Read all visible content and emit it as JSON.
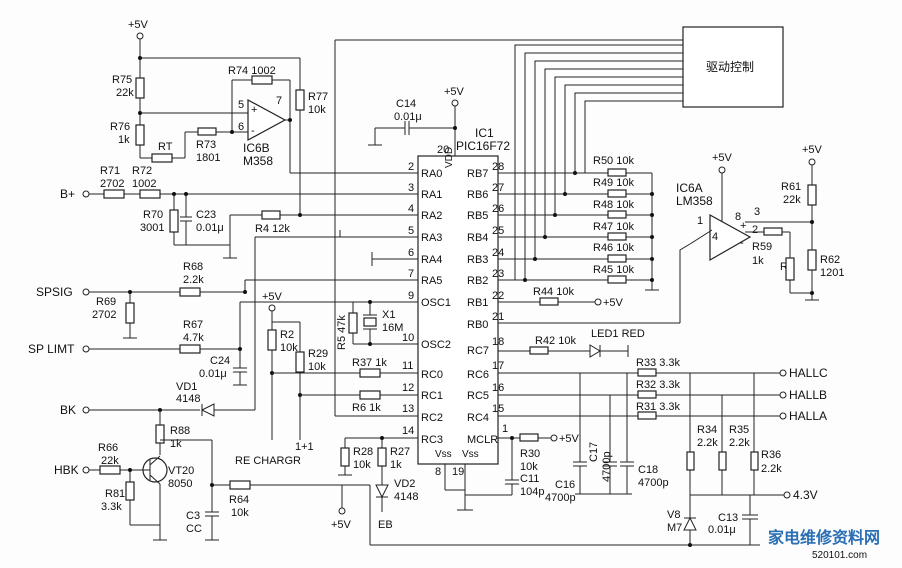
{
  "supply": {
    "vcc": "+5V"
  },
  "chips": {
    "ic1_name": "IC1",
    "ic1_part": "PIC16F72",
    "vdd": "VDD",
    "mclr": "MCLR",
    "vss1": "Vss",
    "vss2": "Vss",
    "ic6a_name": "IC6A",
    "ic6a_part": "LM358",
    "ic6b_name": "IC6B",
    "ic6b_part": "M358",
    "drive_block": "驱动控制"
  },
  "left_pins": [
    {
      "num": "2",
      "name": "RA0"
    },
    {
      "num": "3",
      "name": "RA1"
    },
    {
      "num": "4",
      "name": "RA2"
    },
    {
      "num": "5",
      "name": "RA3"
    },
    {
      "num": "6",
      "name": "RA4"
    },
    {
      "num": "7",
      "name": "RA5"
    },
    {
      "num": "9",
      "name": "OSC1"
    },
    {
      "num": "10",
      "name": "OSC2"
    },
    {
      "num": "11",
      "name": "RC0"
    },
    {
      "num": "12",
      "name": "RC1"
    },
    {
      "num": "13",
      "name": "RC2"
    },
    {
      "num": "14",
      "name": "RC3"
    }
  ],
  "right_pins": [
    {
      "num": "28",
      "name": "RB7"
    },
    {
      "num": "27",
      "name": "RB6"
    },
    {
      "num": "26",
      "name": "RB5"
    },
    {
      "num": "25",
      "name": "RB4"
    },
    {
      "num": "24",
      "name": "RB3"
    },
    {
      "num": "23",
      "name": "RB2"
    },
    {
      "num": "22",
      "name": "RB1"
    },
    {
      "num": "21",
      "name": "RB0"
    },
    {
      "num": "18",
      "name": "RC7"
    },
    {
      "num": "17",
      "name": "RC6"
    },
    {
      "num": "16",
      "name": "RC5"
    },
    {
      "num": "15",
      "name": "RC4"
    }
  ],
  "other_pins": {
    "p20": "20",
    "p1": "1",
    "p8": "8",
    "p19": "19",
    "op1": "1",
    "op2": "2",
    "op3": "3",
    "op4": "4",
    "op8": "8",
    "op5": "5",
    "op6": "6",
    "op7": "7"
  },
  "parts": {
    "r75": "R75",
    "r75v": "22k",
    "r76": "R76",
    "r76v": "1k",
    "rt1": "RT",
    "r73": "R73",
    "r73v": "1801",
    "r74": "R74 1002",
    "r77": "R77",
    "r77v": "10k",
    "r71": "R71",
    "r71v": "2702",
    "r72": "R72",
    "r72v": "1002",
    "r70": "R70",
    "r70v": "3001",
    "c23": "C23",
    "c23v": "0.01μ",
    "r4": "R4 12k",
    "r68": "R68",
    "r68v": "2.2k",
    "r69": "R69",
    "r69v": "2702",
    "r67": "R67",
    "r67v": "4.7k",
    "c24": "C24",
    "c24v": "0.01μ",
    "r2": "R2",
    "r2v": "10k",
    "r29": "R29",
    "r29v": "10k",
    "r5": "R5 47k",
    "x1": "X1",
    "x1v": "16M",
    "r37": "R37 1k",
    "r6": "R6 1k",
    "vd1": "VD1",
    "vd1v": "4148",
    "r88": "R88",
    "r88v": "1k",
    "r66": "R66",
    "r66v": "22k",
    "vt20": "VT20",
    "vt20v": "8050",
    "r81": "R81",
    "r81v": "3.3k",
    "c3": "C3",
    "c3v": "CC",
    "r64": "R64",
    "r64v": "10k",
    "rechg": "RE CHARGR",
    "pin11": "1+1",
    "r28": "R28",
    "r28v": "10k",
    "r27": "R27",
    "r27v": "1k",
    "vd2": "VD2",
    "vd2v": "4148",
    "eb": "EB",
    "r30": "R30",
    "r30v": "10k",
    "c11": "C11",
    "c11v": "104p",
    "c14": "C14",
    "c14v": "0.01μ",
    "r50": "R50 10k",
    "r49": "R49 10k",
    "r48": "R48 10k",
    "r47": "R47 10k",
    "r46": "R46 10k",
    "r45": "R45 10k",
    "r44": "R44 10k",
    "r42": "R42 10k",
    "led1": "LED1 RED",
    "r33": "R33 3.3k",
    "r32": "R32 3.3k",
    "r31": "R31 3.3k",
    "c17": "C17",
    "c17v": "4700p",
    "c16": "C16",
    "c16v": "4700p",
    "c18": "C18",
    "c18v": "4700p",
    "r34": "R34",
    "r34v": "2.2k",
    "r35": "R35",
    "r35v": "2.2k",
    "r36": "R36",
    "r36v": "2.2k",
    "v8": "V8",
    "v8v": "M7",
    "c13": "C13",
    "c13v": "0.01μ",
    "r61": "R61",
    "r61v": "22k",
    "r59": "R59",
    "r59v": "1k",
    "rt2": "RT",
    "r62": "R62",
    "r62v": "1201"
  },
  "terminals": {
    "bplus": "B+",
    "spsig": "SPSIG",
    "splimt": "SP LIMT",
    "bk": "BK",
    "hbk": "HBK",
    "hallc": "HALLC",
    "hallb": "HALLB",
    "halla": "HALLA",
    "v43": "4.3V"
  },
  "watermark": {
    "cn": "家电维修资料网",
    "url": "520101.com"
  }
}
